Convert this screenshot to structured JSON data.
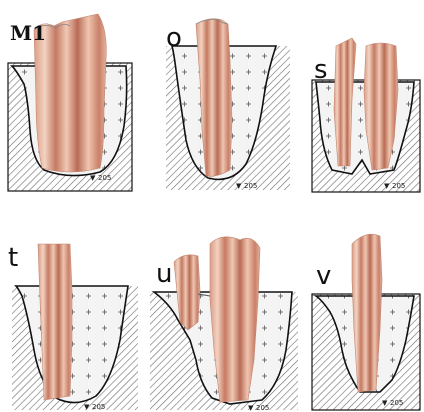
{
  "panels": [
    {
      "id": "m1",
      "label": "M1",
      "code": "205"
    },
    {
      "id": "o",
      "label": "o",
      "code": "205"
    },
    {
      "id": "s",
      "label": "s",
      "code": "205"
    },
    {
      "id": "t",
      "label": "t",
      "code": "205"
    },
    {
      "id": "u",
      "label": "u",
      "code": "205"
    },
    {
      "id": "v",
      "label": "v",
      "code": "205"
    }
  ],
  "colors": {
    "outline": "#111111",
    "hatch": "#6b6b6b",
    "well_fill": "#f1f1f1",
    "stem_main": "#e7b9a1",
    "stem_streak": "#b86b55"
  }
}
